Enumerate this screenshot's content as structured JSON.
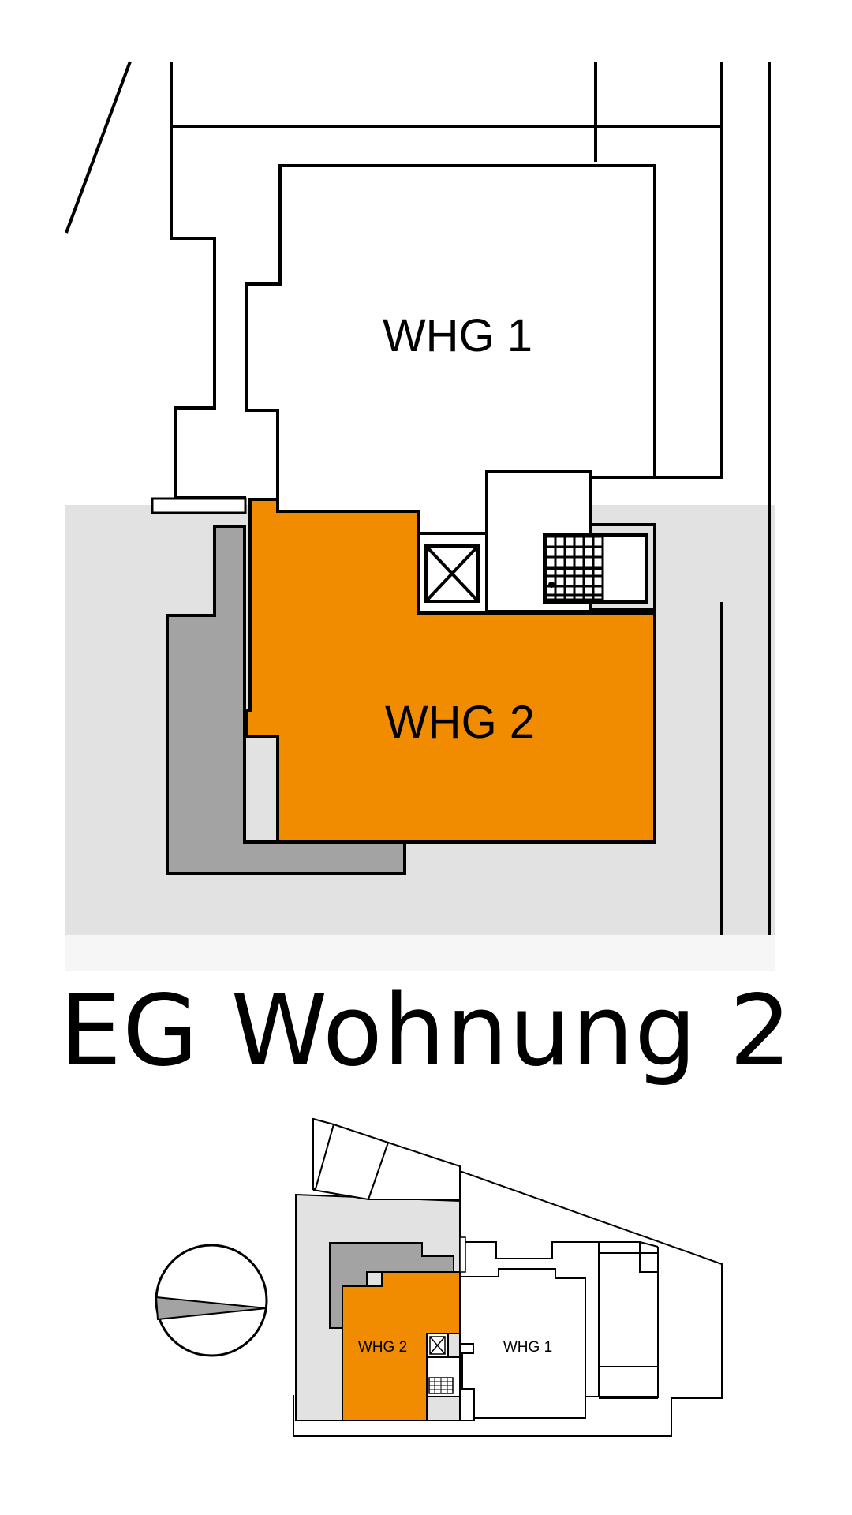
{
  "floor_plan": {
    "units": [
      {
        "id": "whg1",
        "label": "WHG 1",
        "highlighted": false
      },
      {
        "id": "whg2",
        "label": "WHG 2",
        "highlighted": true
      }
    ],
    "colors": {
      "highlight": "#f18c00",
      "terrace": "#a3a3a3",
      "garden": "#e2e2e2",
      "line": "#000000",
      "background": "#ffffff"
    },
    "icons": [
      "elevator-icon",
      "stairs-icon"
    ]
  },
  "title": "EG Wohnung 2",
  "site_plan": {
    "units": [
      {
        "id": "whg2",
        "label": "WHG 2",
        "highlighted": true
      },
      {
        "id": "whg1",
        "label": "WHG 1",
        "highlighted": false
      }
    ],
    "icons": [
      "compass-icon",
      "elevator-icon",
      "stairs-icon"
    ]
  }
}
